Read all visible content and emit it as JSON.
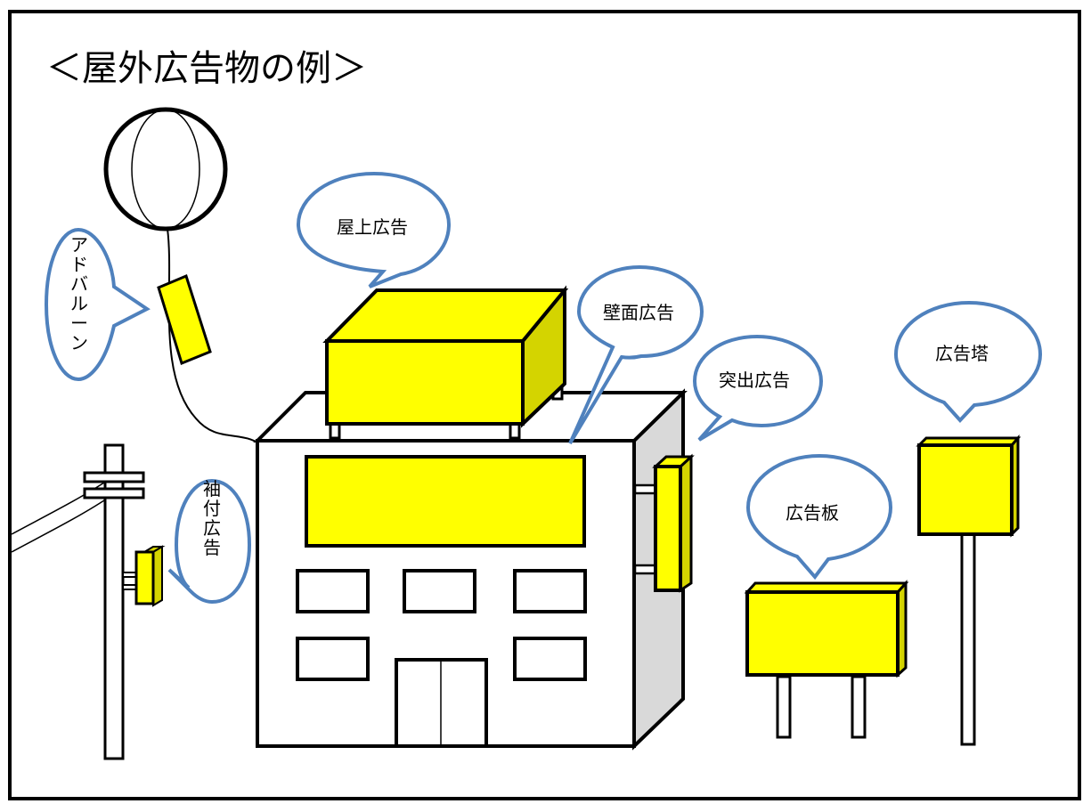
{
  "title": "＜屋外広告物の例＞",
  "labels": {
    "ad_balloon": "アドバルーン",
    "rooftop": "屋上広告",
    "wall": "壁面広告",
    "projecting": "突出広告",
    "billboard": "広告板",
    "tower": "広告塔",
    "pole_attached": "袖付広告"
  },
  "colors": {
    "sign_fill": "#ffff00",
    "sign_side": "#d4d400",
    "callout_stroke": "#4f81bd",
    "building_side": "#d9d9d9",
    "outline": "#000000"
  }
}
